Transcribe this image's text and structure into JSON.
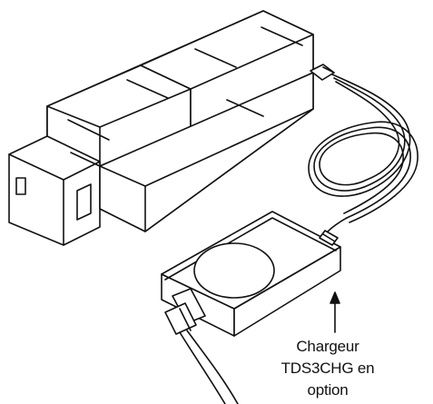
{
  "caption": {
    "lines": [
      "Chargeur",
      "TDS3CHG en",
      "option"
    ]
  },
  "colors": {
    "ink": "#111111",
    "paper": "#ffffff"
  }
}
